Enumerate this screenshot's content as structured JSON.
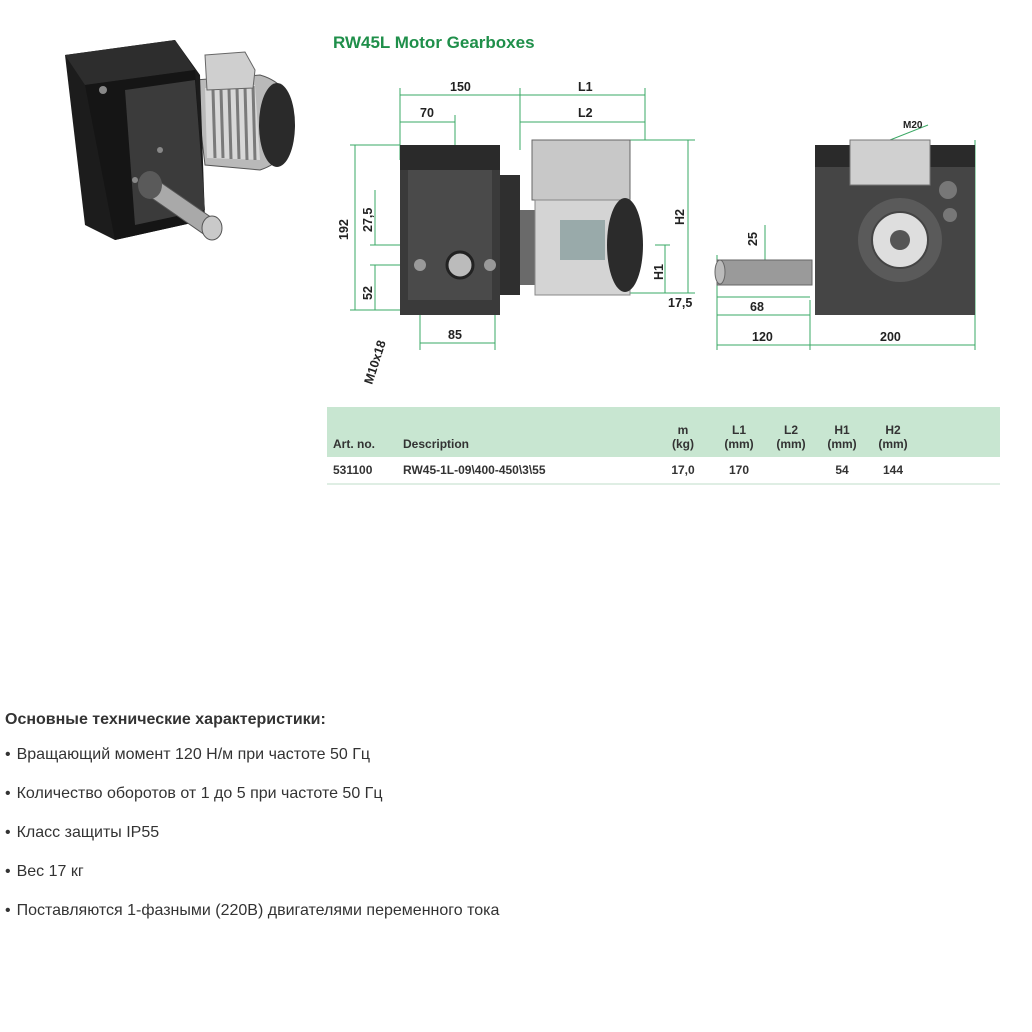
{
  "colors": {
    "title_green": "#1f8f4a",
    "table_header_bg": "#c8e6d1",
    "dimension_line_green": "#3aa864"
  },
  "drawing": {
    "title": "RW45L Motor Gearboxes",
    "dimensions": {
      "d150": "150",
      "d70": "70",
      "L1": "L1",
      "L2": "L2",
      "H2": "H2",
      "H1": "H1",
      "d192": "192",
      "d27_5": "27,5",
      "d52": "52",
      "d85": "85",
      "thread": "M10x18",
      "d25": "25",
      "d17_5": "17,5",
      "d68": "68",
      "d120": "120",
      "d200": "200",
      "M20": "M20"
    }
  },
  "table": {
    "headers": {
      "art_no": "Art. no.",
      "description": "Description",
      "m": "m",
      "m_unit": "(kg)",
      "l1": "L1",
      "l1_unit": "(mm)",
      "l2": "L2",
      "l2_unit": "(mm)",
      "h1": "H1",
      "h1_unit": "(mm)",
      "h2": "H2",
      "h2_unit": "(mm)"
    },
    "row": {
      "art_no": "531100",
      "description": "RW45-1L-09\\400-450\\3\\55",
      "m": "17,0",
      "l1": "170",
      "l2": "",
      "h1": "54",
      "h2": "144"
    }
  },
  "features": {
    "heading": "Основные технические характеристики:",
    "items": [
      "Вращающий момент 120 Н/м при частоте 50 Гц",
      "Количество оборотов от 1 до 5 при частоте 50 Гц",
      "Класс защиты IP55",
      "Вес 17 кг",
      "Поставляются 1-фазными (220В) двигателями переменного тока"
    ]
  }
}
